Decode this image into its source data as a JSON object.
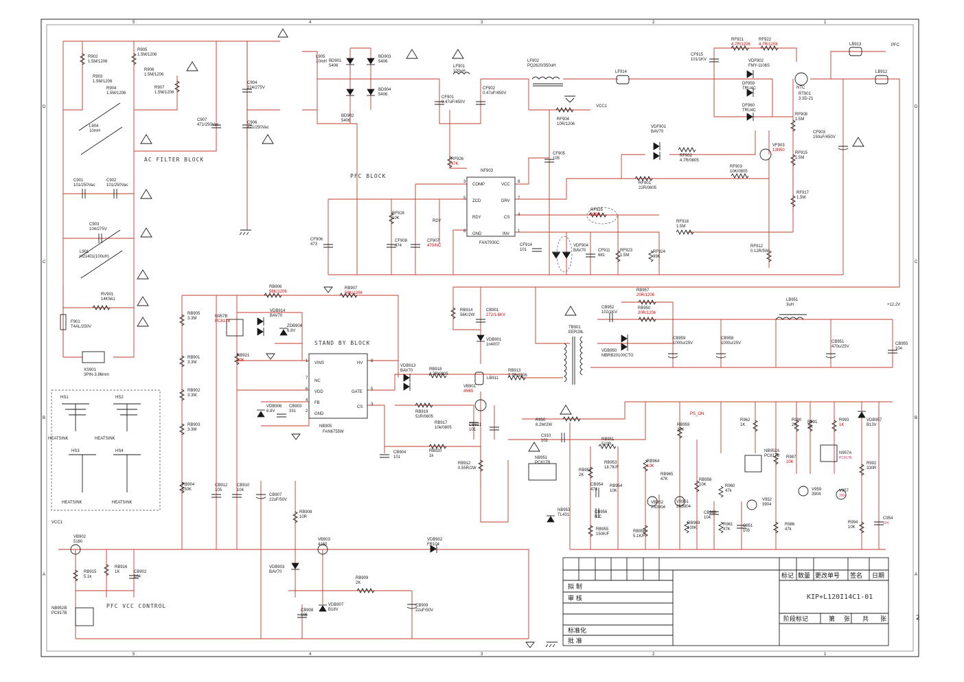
{
  "border": {
    "top_numbers": [
      "5",
      "4",
      "3",
      "2",
      "1"
    ],
    "bottom_numbers": [
      "5",
      "4",
      "3",
      "2",
      "1"
    ],
    "side_letters": [
      "D",
      "C",
      "B",
      "A"
    ]
  },
  "blocks": {
    "ac_filter": "AC FILTER BLOCK",
    "pfc": "PFC BLOCK",
    "standby": "STAND BY BLOCK",
    "pfc_vcc": "PFC VCC CONTROL"
  },
  "chips": {
    "nf903": {
      "name": "NF903",
      "part": "FAN7930C",
      "pins_left": [
        "COMP",
        "ZCD",
        "RDY",
        "GND"
      ],
      "pins_right": [
        "VCC",
        "DRV",
        "CS",
        "INV"
      ],
      "nums_left": [
        "3",
        "5",
        "",
        "6"
      ],
      "nums_right": [
        "8",
        "7",
        "4",
        "1"
      ]
    },
    "nb905": {
      "name": "NB905",
      "part": "FAN6755W",
      "pins_left": [
        "VINS",
        "NC",
        "VDD",
        "FB",
        "GND"
      ],
      "pins_right": [
        "HV",
        "GATE",
        "CS"
      ],
      "nums_left": [
        "1",
        "7",
        "6",
        "4",
        "2"
      ],
      "nums_right": [
        "8",
        "5",
        "3"
      ]
    }
  },
  "labels": {
    "r902": [
      "R902",
      "1.5M/1206"
    ],
    "r903": [
      "R903",
      "1.5M/1206"
    ],
    "r905": [
      "R905",
      "1.5M/1206"
    ],
    "r906": [
      "R906",
      "1.5M/1206"
    ],
    "r904": [
      "R904",
      "1.5M/1206"
    ],
    "r907": [
      "R907",
      "1.5M/1206"
    ],
    "l904": [
      "L904",
      "10mH"
    ],
    "c904": [
      "C904",
      "224/275V"
    ],
    "c907": [
      "C907",
      "471/250Vac"
    ],
    "c906": [
      "C906",
      "471/250Vac"
    ],
    "c901": [
      "C901",
      "101/250Vac"
    ],
    "c902": [
      "C902",
      "101/250Vac"
    ],
    "c903": [
      "C903",
      "104/275V"
    ],
    "l901": [
      "L901",
      "H21401(100uH)"
    ],
    "rv901": [
      "RV901",
      "14K561"
    ],
    "f901": [
      "F901",
      "T4AL/250V"
    ],
    "xs901": [
      "XS901",
      "3PIN-3.96mm"
    ],
    "l905": [
      "L905",
      "10mH"
    ],
    "bd901": [
      "BD901",
      "5406"
    ],
    "bd903": [
      "BD903",
      "5406"
    ],
    "bd904": [
      "BD904",
      "5406"
    ],
    "bd902": [
      "BD902",
      "5406"
    ],
    "lf901": [
      "LF901",
      "100uH"
    ],
    "cf901": [
      "CF901",
      "0.47uF/450V"
    ],
    "cf902": [
      "CF902",
      "0.47uF/450V"
    ],
    "lf902": [
      "LF902",
      "PQ2620/350uH"
    ],
    "lf914": "LF914",
    "rf904": [
      "RF904",
      "10R/1206"
    ],
    "vcc1": "VCC1",
    "cf905": [
      "CF905",
      "105"
    ],
    "rf926": [
      "RF926",
      "47K"
    ],
    "rf916": [
      "RF916",
      "10K"
    ],
    "cf906": [
      "CF906",
      "473"
    ],
    "cf908": [
      "CF908",
      "474"
    ],
    "cf907": [
      "CF907",
      "470/NC"
    ],
    "rdy": "RDY",
    "cf914": [
      "CF914",
      "101"
    ],
    "vdf904": [
      "VDF904",
      "BAV70"
    ],
    "cf911": [
      "CF911",
      "681"
    ],
    "rf923": [
      "RF923",
      "1.5M"
    ],
    "rf924": [
      "RF924",
      "39K"
    ],
    "rf925": [
      "RF925",
      "820R"
    ],
    "rf918": [
      "RF918",
      "1.5M"
    ],
    "rf901": [
      "RF901",
      "22R/0805"
    ],
    "rf903": [
      "RF903",
      "10K/0805"
    ],
    "vdf901": [
      "VDF901",
      "BAV70"
    ],
    "rf902": [
      "RF902",
      "4.7R/0805"
    ],
    "vf903": [
      "VF903",
      "13N50"
    ],
    "rf921": [
      "RF921",
      "4.7R/1206"
    ],
    "rf922": [
      "RF922",
      "4.7R/1206"
    ],
    "cf915": [
      "CF915",
      "101/1KV"
    ],
    "vdf902": [
      "VDF902",
      "FMY-1106S"
    ],
    "df959": [
      "DF959",
      "TRU4C"
    ],
    "df960": [
      "DF960",
      "TRU4C"
    ],
    "ntc": "NTC",
    "rt901": [
      "RT901",
      "3.3D-21"
    ],
    "rf908": [
      "RF908",
      "1.5M"
    ],
    "rf915": [
      "RF915",
      "1.5M"
    ],
    "rf917": [
      "RF917",
      "1.5M"
    ],
    "rf912": [
      "RF912",
      "0.12R/5W"
    ],
    "cf903": [
      "CF903",
      "150uF/450V"
    ],
    "lb913": "LB913",
    "lb912": "LB912",
    "pfc_net": "PFC",
    "rb906": [
      "RB906",
      "56K/1206"
    ],
    "rb907": [
      "RB907",
      "56K/1206"
    ],
    "rb905": [
      "RB905",
      "3.3M"
    ],
    "rb901": [
      "RB901",
      "3.3M"
    ],
    "rb902": [
      "RB902",
      "3.3M"
    ],
    "rb903": [
      "RB903",
      "3.3M"
    ],
    "rb904": [
      "RB904",
      "150K"
    ],
    "n957b": [
      "N957B",
      "PC817B"
    ],
    "vdb914": [
      "VDB914",
      "BAV70"
    ],
    "zdb904": [
      "ZDB904",
      "6.8V"
    ],
    "rb921": [
      "RB921",
      "10K"
    ],
    "vdb906": [
      "VDB906",
      "6.8V"
    ],
    "cb903": [
      "CB903",
      "331"
    ],
    "vdb913": [
      "VDB913",
      "BAV70"
    ],
    "rb918": [
      "RB918",
      "4.7R/0805"
    ],
    "rb919": [
      "RB919",
      "51R/0805"
    ],
    "rb917": [
      "RB917",
      "10k/0805"
    ],
    "cb911": [
      "CB911",
      "101"
    ],
    "rb920": [
      "RB920",
      "1k"
    ],
    "cb904": [
      "CB904",
      "101"
    ],
    "rb912": [
      "RB912",
      "0.55R/2W"
    ],
    "rb914": [
      "RB914",
      "56K/2W"
    ],
    "cb901": [
      "CB901",
      "272/1.6KV"
    ],
    "vdb901": [
      "VDB901",
      "1n4007"
    ],
    "vb901": [
      "VB901",
      "4N65"
    ],
    "lb911": "LB911",
    "rb913": [
      "RB913",
      "2.7R/1206"
    ],
    "tb901": [
      "TB901",
      "EER28L"
    ],
    "cb952": [
      "CB952",
      "102/1KV"
    ],
    "rb957": [
      "RB957",
      "20R/1206"
    ],
    "rb950": [
      "RB950",
      "20R/1206"
    ],
    "vdb950": [
      "VDB950",
      "MBRB20100CTG"
    ],
    "cb959": [
      "CB959",
      "1000u/25V"
    ],
    "cb958": [
      "CB958",
      "1000u/25V"
    ],
    "lb951": [
      "LB951",
      "3uH"
    ],
    "v12": "+12.2V",
    "cb951": [
      "CB951",
      "470u/25V"
    ],
    "cb955": [
      "CB955",
      "104"
    ],
    "r950": [
      "R950",
      "8.2M/2W"
    ],
    "c910": [
      "C910",
      "102"
    ],
    "rb951": [
      "RB951",
      "510R"
    ],
    "nb951": [
      "NB951",
      "PC817B"
    ],
    "rb952": [
      "RB952",
      "2K"
    ],
    "rb953": [
      "RB953",
      "18.7K/F"
    ],
    "cb954": [
      "CB954",
      "474"
    ],
    "rb954": [
      "RB954",
      "10K"
    ],
    "cb956": [
      "CB956",
      "N.C"
    ],
    "nb953": [
      "NB953",
      "TL431"
    ],
    "rb955": [
      "RB955",
      "150K/F"
    ],
    "rb956": [
      "RB956",
      "5.1K/F"
    ],
    "rb964": [
      "RB964",
      "10K"
    ],
    "rb965": [
      "RB965",
      "47K"
    ],
    "vb952": [
      "VB952",
      "2N3904"
    ],
    "vb951": [
      "VB951",
      "2N3904"
    ],
    "ps_on": "PS_ON",
    "rb959": [
      "RB959",
      "20K"
    ],
    "rb958": [
      "RB958",
      "10K"
    ],
    "cb960": [
      "CB960",
      "104"
    ],
    "rb969": [
      "RB969",
      "100K"
    ],
    "r962": [
      "R962",
      "1K"
    ],
    "r960": [
      "R960",
      "47k"
    ],
    "r961": [
      "R961",
      "47K"
    ],
    "c951": [
      "C951",
      "105"
    ],
    "nb952a": [
      "NB952A",
      "PC817B"
    ],
    "r987": [
      "R987",
      "10K"
    ],
    "v952": [
      "V952",
      "3904"
    ],
    "r986": [
      "R986",
      "47k"
    ],
    "r990": [
      "R990",
      "2K"
    ],
    "r991": [
      "R991",
      "2K"
    ],
    "v959": [
      "V959",
      "3904"
    ],
    "r993": [
      "R993",
      "1K"
    ],
    "n957a": [
      "N957A",
      "PC817B"
    ],
    "v957": [
      "V957",
      "3904"
    ],
    "vdb957": [
      "VDB957",
      "B13V"
    ],
    "r992": [
      "R992",
      "330R"
    ],
    "r994": [
      "R994",
      "10K"
    ],
    "c954": [
      "C954",
      "104"
    ],
    "cb912": [
      "CB912",
      "105"
    ],
    "cb910": [
      "CB910",
      "104"
    ],
    "cb907": [
      "CB907",
      "22uF/50V"
    ],
    "rb908": [
      "RB908",
      "10R"
    ],
    "vb903": [
      "VB903",
      "4160"
    ],
    "vdb903": [
      "VDB903",
      "BAV70"
    ],
    "cb908": [
      "CB908",
      "105"
    ],
    "vdb907": [
      "VDB907",
      "B18V"
    ],
    "rb909": [
      "RB909",
      "2K"
    ],
    "cb909": [
      "CB909",
      "22uF/50V"
    ],
    "vdb902": [
      "VDB902",
      "FR104"
    ],
    "vcc1b": "VCC1",
    "vb902": [
      "VB902",
      "5160"
    ],
    "rb916": [
      "RB916",
      "1K"
    ],
    "rb915": [
      "RB915",
      "5.1k"
    ],
    "cb902": [
      "CB902",
      "104"
    ],
    "nb952b": [
      "NB952B",
      "PC817B"
    ],
    "hs": [
      "HS1",
      "HS2",
      "HS3",
      "HS4"
    ],
    "heatsink": "HEATSINK"
  },
  "title_block": {
    "rows_left": [
      "拟 制",
      "审 核",
      "",
      "标准化",
      "批 准"
    ],
    "header": [
      "标记",
      "数量",
      "更改单号",
      "签名",
      "日期"
    ],
    "drawing_no": "KIP+L120I14C1-01",
    "stage": [
      "阶段标记",
      "第",
      "张",
      "共",
      "张"
    ],
    "sheet_no": "2"
  },
  "colors": {
    "wire": "#c0392b",
    "ink": "#1a1a1a",
    "highlight": "#cc0000",
    "magenta": "#cc3366"
  }
}
